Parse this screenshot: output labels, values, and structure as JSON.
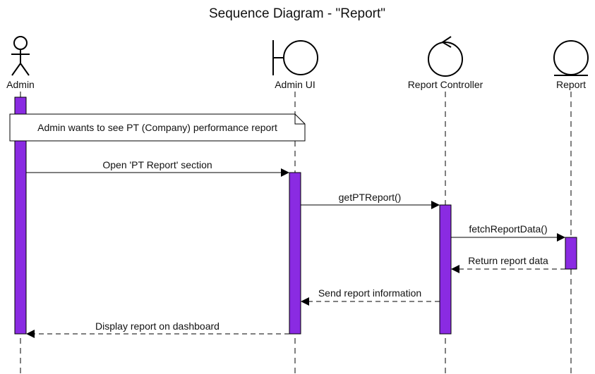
{
  "diagram": {
    "title": "Sequence Diagram - \"Report\"",
    "note": "Admin wants to see PT (Company) performance report",
    "colors": {
      "activation": "#8a2be2",
      "line": "#000000",
      "note_fill": "#ffffff"
    },
    "participants": [
      {
        "label": "Admin",
        "icon": "actor-icon"
      },
      {
        "label": "Admin UI",
        "icon": "boundary-icon"
      },
      {
        "label": "Report Controller",
        "icon": "control-icon"
      },
      {
        "label": "Report",
        "icon": "entity-icon"
      }
    ],
    "messages": [
      {
        "label": "Open 'PT Report' section",
        "from": "Admin",
        "to": "Admin UI",
        "kind": "sync"
      },
      {
        "label": "getPTReport()",
        "from": "Admin UI",
        "to": "Report Controller",
        "kind": "sync"
      },
      {
        "label": "fetchReportData()",
        "from": "Report Controller",
        "to": "Report",
        "kind": "sync"
      },
      {
        "label": "Return report data",
        "from": "Report",
        "to": "Report Controller",
        "kind": "return"
      },
      {
        "label": "Send report information",
        "from": "Report Controller",
        "to": "Admin UI",
        "kind": "return"
      },
      {
        "label": "Display report on dashboard",
        "from": "Admin UI",
        "to": "Admin",
        "kind": "return"
      }
    ]
  }
}
